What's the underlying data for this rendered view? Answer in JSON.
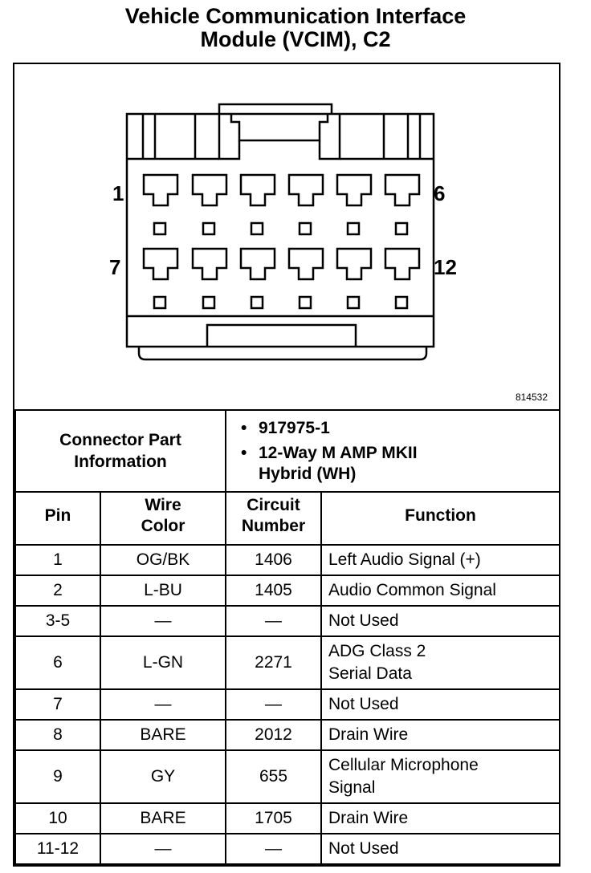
{
  "title": {
    "line1": "Vehicle Communication Interface",
    "line2": "Module (VCIM), C2"
  },
  "diagram": {
    "pin_labels": {
      "top_left": "1",
      "top_right": "6",
      "bottom_left": "7",
      "bottom_right": "12"
    },
    "figure_id": "814532"
  },
  "connector_info": {
    "label_line1": "Connector Part",
    "label_line2": "Information",
    "bullet": "•",
    "part_number": "917975-1",
    "description_line1": "12-Way M AMP MKII",
    "description_line2": "Hybrid (WH)"
  },
  "table": {
    "headers": {
      "pin": "Pin",
      "wire_color_line1": "Wire",
      "wire_color_line2": "Color",
      "circuit_line1": "Circuit",
      "circuit_line2": "Number",
      "function": "Function"
    },
    "rows": [
      {
        "pin": "1",
        "wire": "OG/BK",
        "circuit": "1406",
        "function": [
          "Left Audio Signal (+)"
        ]
      },
      {
        "pin": "2",
        "wire": "L-BU",
        "circuit": "1405",
        "function": [
          "Audio Common Signal"
        ]
      },
      {
        "pin": "3-5",
        "wire": "—",
        "circuit": "—",
        "function": [
          "Not Used"
        ]
      },
      {
        "pin": "6",
        "wire": "L-GN",
        "circuit": "2271",
        "function": [
          "ADG Class 2",
          "Serial Data"
        ]
      },
      {
        "pin": "7",
        "wire": "—",
        "circuit": "—",
        "function": [
          "Not Used"
        ]
      },
      {
        "pin": "8",
        "wire": "BARE",
        "circuit": "2012",
        "function": [
          "Drain Wire"
        ]
      },
      {
        "pin": "9",
        "wire": "GY",
        "circuit": "655",
        "function": [
          "Cellular Microphone",
          "Signal"
        ]
      },
      {
        "pin": "10",
        "wire": "BARE",
        "circuit": "1705",
        "function": [
          "Drain Wire"
        ]
      },
      {
        "pin": "11-12",
        "wire": "—",
        "circuit": "—",
        "function": [
          "Not Used"
        ]
      }
    ]
  }
}
